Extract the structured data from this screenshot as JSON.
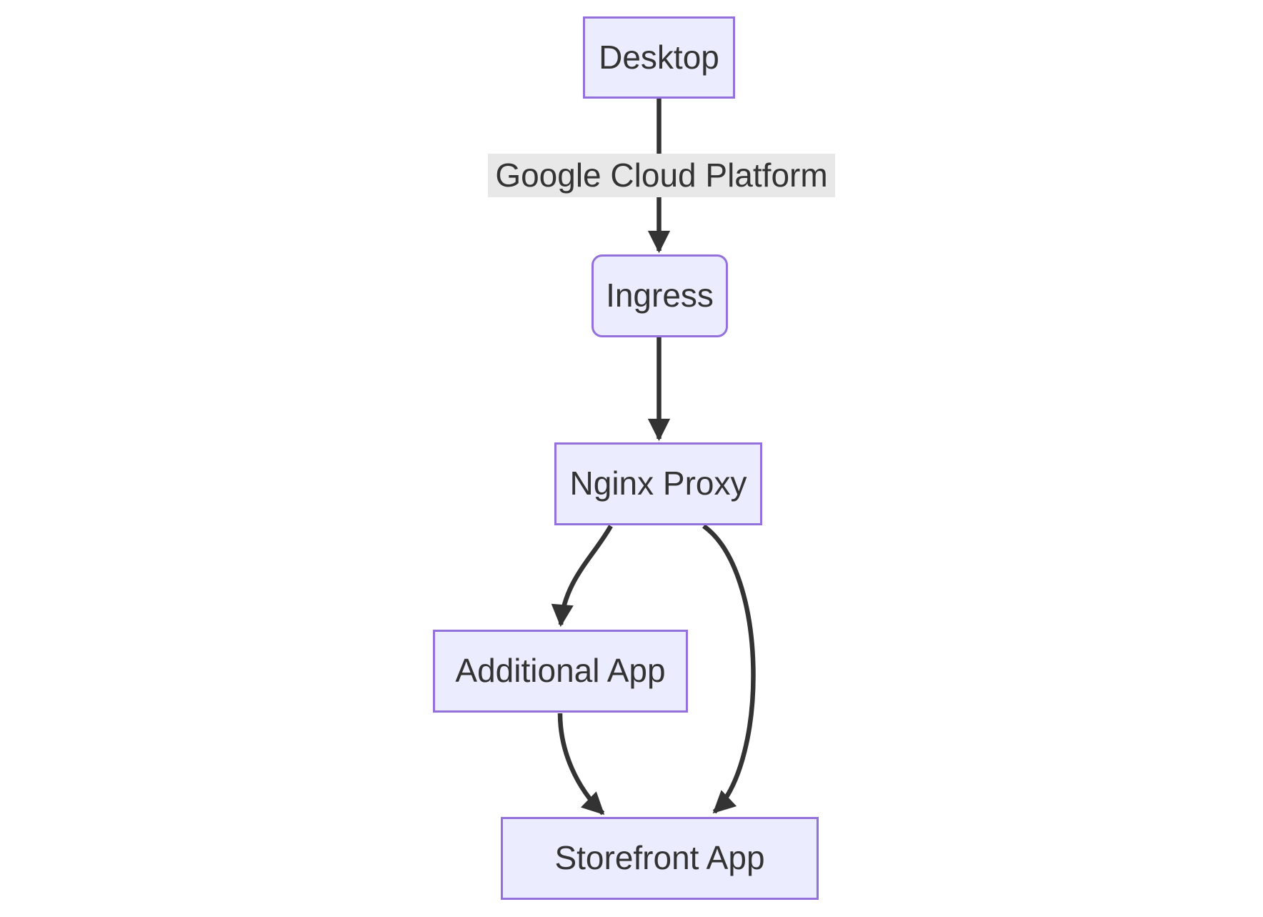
{
  "diagram": {
    "type": "flowchart",
    "direction": "top-down",
    "nodes": [
      {
        "id": "desktop",
        "label": "Desktop",
        "shape": "rect"
      },
      {
        "id": "ingress",
        "label": "Ingress",
        "shape": "rounded"
      },
      {
        "id": "nginx",
        "label": "Nginx Proxy",
        "shape": "rect"
      },
      {
        "id": "additional",
        "label": "Additional App",
        "shape": "rect"
      },
      {
        "id": "storefront",
        "label": "Storefront App",
        "shape": "rect"
      }
    ],
    "edges": [
      {
        "from": "desktop",
        "to": "ingress",
        "label": "Google Cloud Platform",
        "arrow": "triangle"
      },
      {
        "from": "ingress",
        "to": "nginx",
        "label": "",
        "arrow": "triangle"
      },
      {
        "from": "nginx",
        "to": "additional",
        "label": "",
        "arrow": "triangle"
      },
      {
        "from": "nginx",
        "to": "storefront",
        "label": "",
        "arrow": "triangle"
      },
      {
        "from": "additional",
        "to": "storefront",
        "label": "",
        "arrow": "triangle"
      }
    ],
    "colors": {
      "node_fill": "#ECECFF",
      "node_border": "#9370DB",
      "edge": "#333333",
      "text": "#333333",
      "edge_label_bg": "#e8e8e8",
      "background": "#ffffff"
    }
  }
}
